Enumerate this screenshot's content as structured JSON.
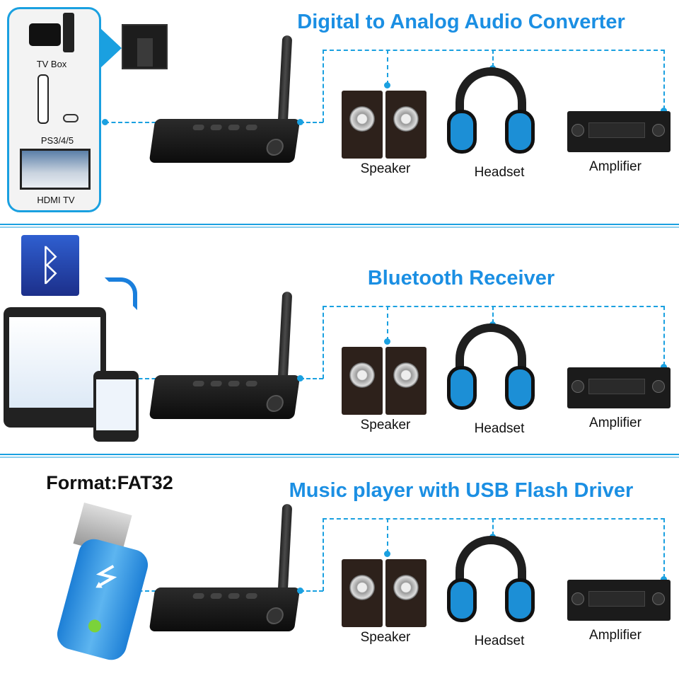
{
  "sections": [
    {
      "title": "Digital to Analog Audio Converter",
      "sources": [
        "TV Box",
        "PS3/4/5",
        "HDMI TV"
      ]
    },
    {
      "title": "Bluetooth Receiver"
    },
    {
      "title": "Music player with USB Flash Driver",
      "format": "Format:FAT32"
    }
  ],
  "outputs": {
    "speaker": "Speaker",
    "headset": "Headset",
    "amplifier": "Amplifier"
  },
  "colors": {
    "accent": "#1b8fe3",
    "line": "#1aa0e0"
  }
}
